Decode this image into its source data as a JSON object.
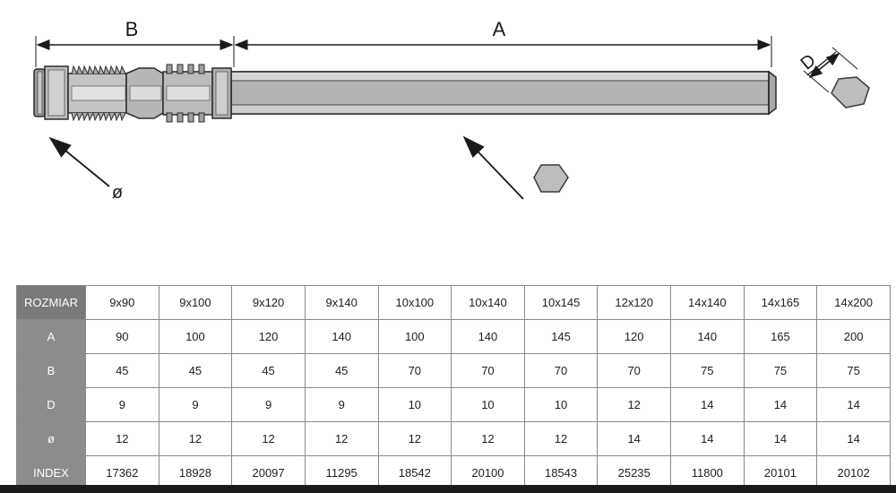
{
  "drawing": {
    "label_b": "B",
    "label_a": "A",
    "label_d": "D",
    "label_diameter": "ø"
  },
  "table": {
    "header_label": "ROZMIAR",
    "sizes": [
      "9x90",
      "9x100",
      "9x120",
      "9x140",
      "10x100",
      "10x140",
      "10x145",
      "12x120",
      "14x140",
      "14x165",
      "14x200"
    ],
    "rows": [
      {
        "label": "A",
        "values": [
          "90",
          "100",
          "120",
          "140",
          "100",
          "140",
          "145",
          "120",
          "140",
          "165",
          "200"
        ]
      },
      {
        "label": "B",
        "values": [
          "45",
          "45",
          "45",
          "45",
          "70",
          "70",
          "70",
          "70",
          "75",
          "75",
          "75"
        ]
      },
      {
        "label": "D",
        "values": [
          "9",
          "9",
          "9",
          "9",
          "10",
          "10",
          "10",
          "12",
          "14",
          "14",
          "14"
        ]
      },
      {
        "label": "ø",
        "values": [
          "12",
          "12",
          "12",
          "12",
          "12",
          "12",
          "12",
          "14",
          "14",
          "14",
          "14"
        ]
      },
      {
        "label": "INDEX",
        "values": [
          "17362",
          "18928",
          "20097",
          "11295",
          "18542",
          "20100",
          "18543",
          "25235",
          "11800",
          "20101",
          "20102"
        ]
      }
    ]
  },
  "colors": {
    "header_bg": "#8c8c8c",
    "part_fill": "#b8b8b8",
    "outline": "#2a2a2a"
  }
}
